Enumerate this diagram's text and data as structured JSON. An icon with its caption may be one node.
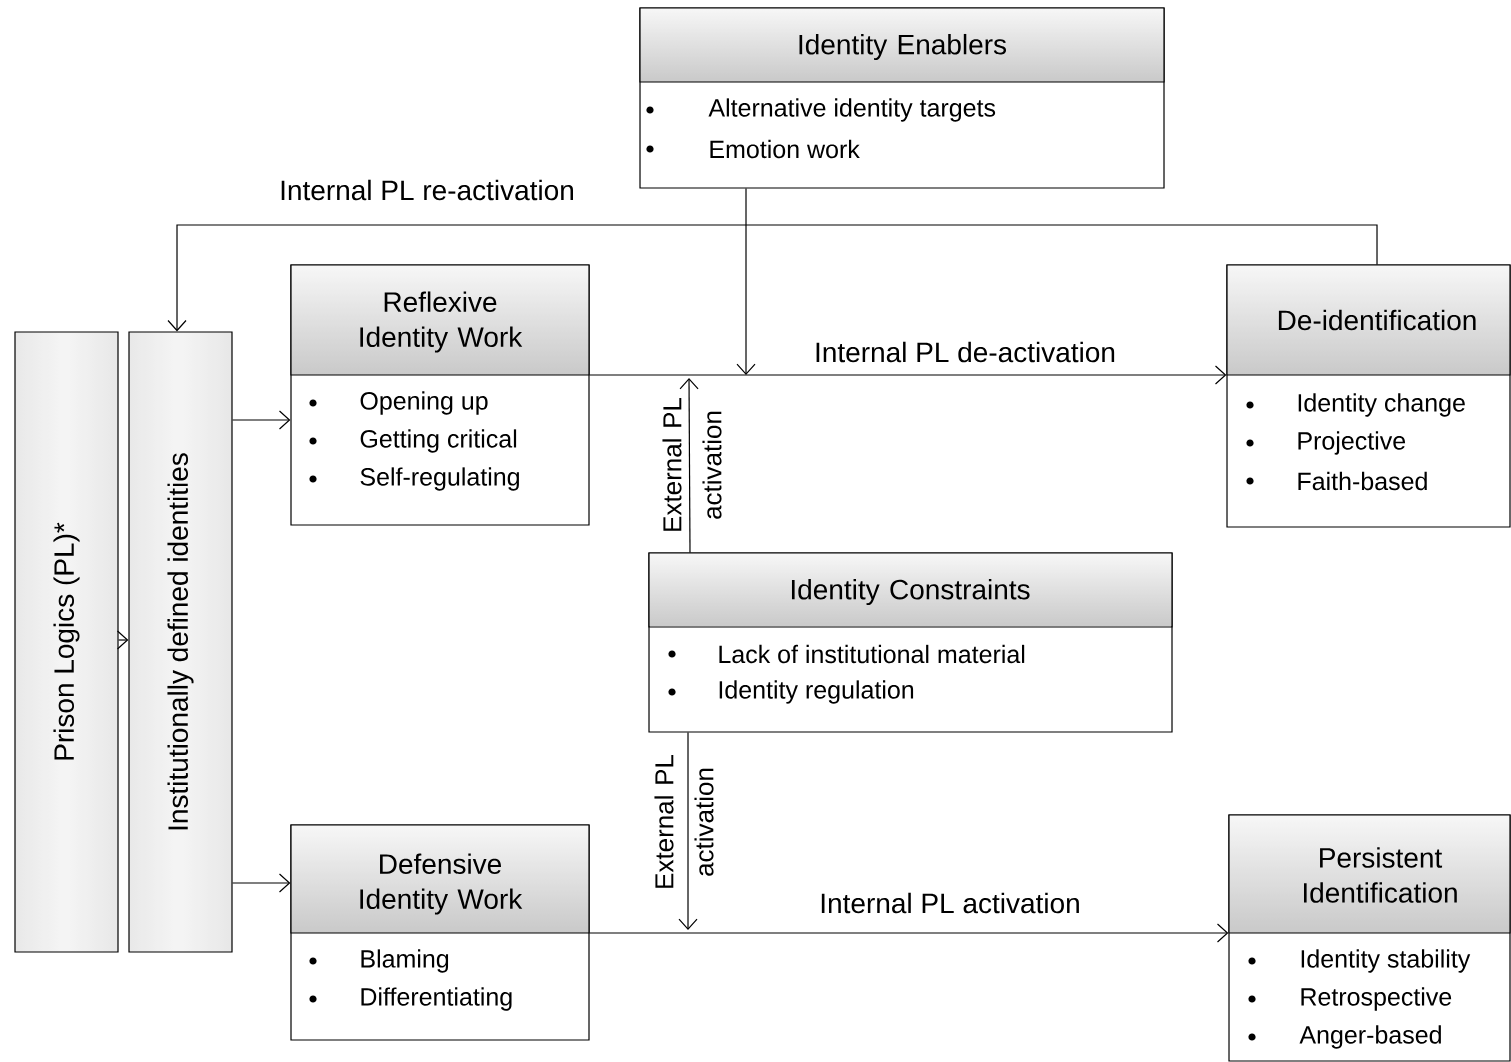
{
  "diagram": {
    "nodes": [
      {
        "text": [
          "Identity Enablers",
          "Alternative identity targets",
          "Emotion work"
        ]
      },
      {
        "text": [
          "Prison Logics (PL)*"
        ]
      },
      {
        "text": [
          "Institutionally defined identities"
        ]
      },
      {
        "text": [
          "Reflexive Identity Work",
          "Opening up",
          "Getting critical",
          "Self-regulating"
        ]
      },
      {
        "text": [
          "De-identification",
          "Identity change",
          "Projective",
          "Faith-based"
        ]
      },
      {
        "text": [
          "Identity Constraints",
          "Lack of institutional material",
          "Identity regulation"
        ]
      },
      {
        "text": [
          "Defensive Identity Work",
          "Blaming",
          "Differentiating"
        ]
      },
      {
        "text": [
          "Persistent Identification",
          "Identity stability",
          "Retrospective",
          "Anger-based"
        ]
      }
    ],
    "edges": [
      {
        "from": 1,
        "to": 2,
        "arrow": "to"
      },
      {
        "from": 2,
        "to": 3,
        "arrow": "to"
      },
      {
        "from": 2,
        "to": 6,
        "arrow": "to"
      },
      {
        "from": 3,
        "to": 4,
        "arrow": "to",
        "label": "Internal PL de-activation"
      },
      {
        "from": 4,
        "to": 2,
        "arrow": "to",
        "label": "Internal PL re-activation"
      },
      {
        "from": 0,
        "to": null,
        "arrow": "to"
      },
      {
        "from": 5,
        "to": null,
        "arrow": "to",
        "label": "External PL activation"
      },
      {
        "from": 5,
        "to": null,
        "arrow": "to",
        "label": "External PL activation"
      },
      {
        "from": 6,
        "to": 7,
        "arrow": "to",
        "label": "Internal PL activation"
      }
    ]
  }
}
